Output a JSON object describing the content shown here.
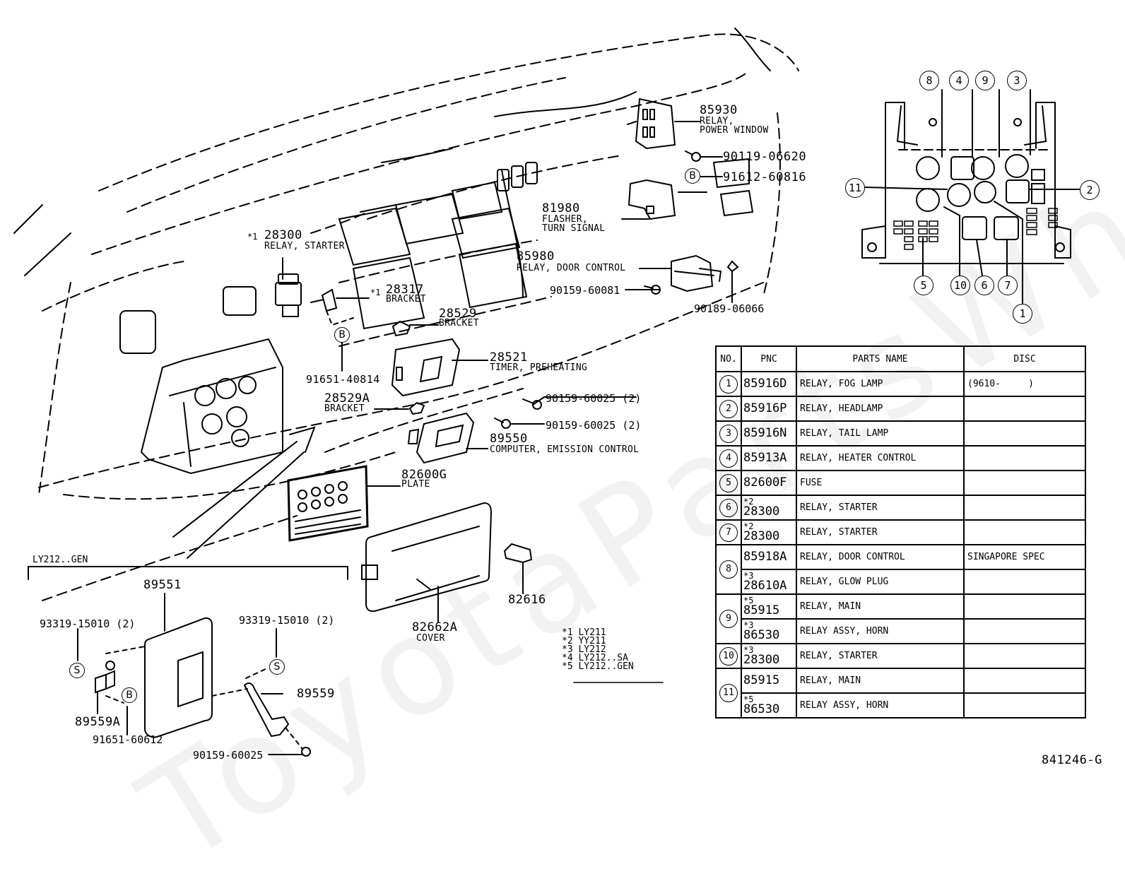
{
  "diagram": {
    "watermark": "ToyotaPartsWhse",
    "drawing_code": "841246-G",
    "section_label": "LY212..GEN",
    "legend": [
      {
        "mark": "*1",
        "model": "LY211"
      },
      {
        "mark": "*2",
        "model": "YY211"
      },
      {
        "mark": "*3",
        "model": "LY212"
      },
      {
        "mark": "*4",
        "model": "LY212..SA"
      },
      {
        "mark": "*5",
        "model": "LY212..GEN"
      }
    ],
    "callouts": [
      {
        "pn": "85930",
        "name1": "RELAY,",
        "name2": "POWER WINDOW"
      },
      {
        "pn": "90119-06620"
      },
      {
        "pn": "91612-60816",
        "symbol": "B"
      },
      {
        "pn": "81980",
        "name1": "FLASHER,",
        "name2": "TURN SIGNAL"
      },
      {
        "pn": "85980",
        "name1": "RELAY, DOOR CONTROL"
      },
      {
        "pn": "90159-60081"
      },
      {
        "pn": "90189-06066"
      },
      {
        "mark": "*1",
        "pn": "28300",
        "name1": "RELAY, STARTER"
      },
      {
        "mark": "*1",
        "pn": "28317",
        "name1": "BRACKET"
      },
      {
        "pn": "28529",
        "name1": "BRACKET"
      },
      {
        "pn": "91651-40814",
        "symbol": "B"
      },
      {
        "pn": "28521",
        "name1": "TIMER, PREHEATING"
      },
      {
        "pn": "28529A",
        "name1": "BRACKET"
      },
      {
        "pn": "90159-60025 (2)"
      },
      {
        "pn": "90159-60025 (2)"
      },
      {
        "pn": "89550",
        "name1": "COMPUTER, EMISSION CONTROL"
      },
      {
        "pn": "82600G",
        "name1": "PLATE"
      },
      {
        "pn": "82662A",
        "name1": "COVER"
      },
      {
        "pn": "82616"
      },
      {
        "pn": "89551"
      },
      {
        "pn": "93319-15010 (2)",
        "symbol": "S"
      },
      {
        "pn": "93319-15010 (2)",
        "symbol": "S"
      },
      {
        "pn": "89559A"
      },
      {
        "pn": "91651-60612",
        "symbol": "B"
      },
      {
        "pn": "89559"
      },
      {
        "pn": "90159-60025"
      }
    ],
    "fuse_block_numbers": [
      "8",
      "4",
      "9",
      "3",
      "11",
      "2",
      "5",
      "10",
      "6",
      "7",
      "1"
    ]
  },
  "table": {
    "headers": {
      "no": "NO.",
      "pnc": "PNC",
      "name": "PARTS NAME",
      "disc": "DISC"
    },
    "rows": [
      {
        "no": "1",
        "pnc": "85916D",
        "name": "RELAY, FOG LAMP",
        "disc": "(9610-     )"
      },
      {
        "no": "2",
        "pnc": "85916P",
        "name": "RELAY, HEADLAMP",
        "disc": ""
      },
      {
        "no": "3",
        "pnc": "85916N",
        "name": "RELAY, TAIL LAMP",
        "disc": ""
      },
      {
        "no": "4",
        "pnc": "85913A",
        "name": "RELAY, HEATER CONTROL",
        "disc": ""
      },
      {
        "no": "5",
        "pnc": "82600F",
        "name": "FUSE",
        "disc": ""
      },
      {
        "no": "6",
        "mark": "*2",
        "pnc": "28300",
        "name": "RELAY, STARTER",
        "disc": ""
      },
      {
        "no": "7",
        "mark": "*2",
        "pnc": "28300",
        "name": "RELAY, STARTER",
        "disc": ""
      },
      {
        "no": "8",
        "pnc": "85918A",
        "name": "RELAY, DOOR CONTROL",
        "disc": "SINGAPORE SPEC"
      },
      {
        "no": "",
        "mark": "*3",
        "pnc": "28610A",
        "name": "RELAY, GLOW PLUG",
        "disc": ""
      },
      {
        "no": "9",
        "mark": "*5",
        "pnc": "85915",
        "name": "RELAY, MAIN",
        "disc": ""
      },
      {
        "no": "",
        "mark": "*3",
        "pnc": "86530",
        "name": "RELAY ASSY, HORN",
        "disc": ""
      },
      {
        "no": "10",
        "mark": "*3",
        "pnc": "28300",
        "name": "RELAY, STARTER",
        "disc": ""
      },
      {
        "no": "11",
        "pnc": "85915",
        "name": "RELAY, MAIN",
        "disc": ""
      },
      {
        "no": "",
        "mark": "*5",
        "pnc": "86530",
        "name": "RELAY ASSY, HORN",
        "disc": ""
      }
    ]
  }
}
